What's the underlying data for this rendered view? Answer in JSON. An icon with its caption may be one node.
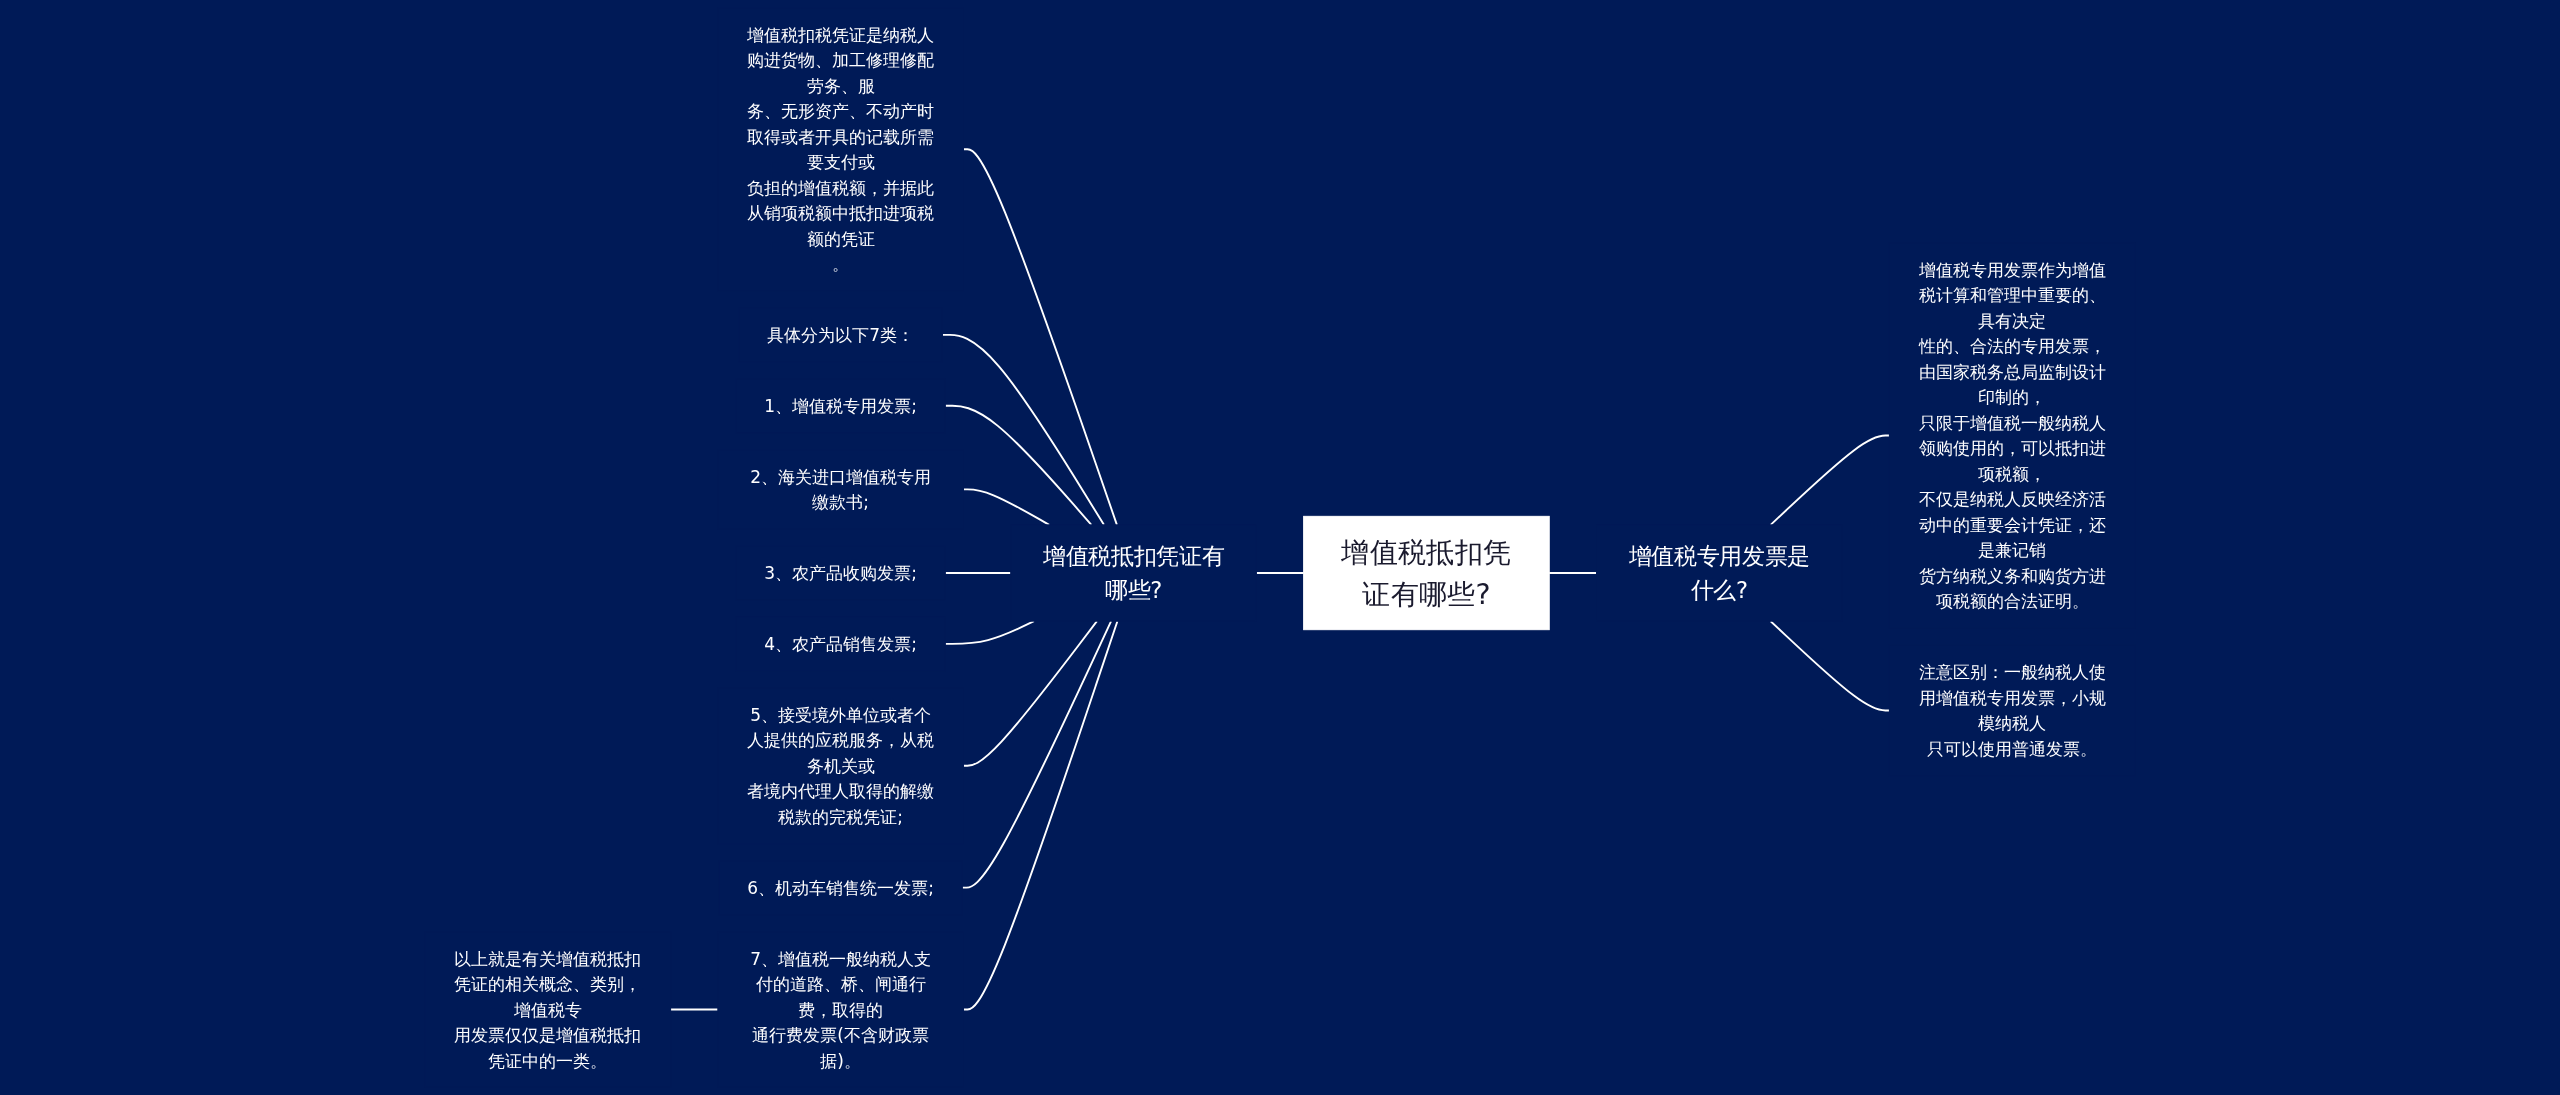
{
  "diagram": {
    "nodes": [
      {
        "text": [
          "增值税抵扣凭证有哪些?"
        ]
      },
      {
        "text": [
          "增值税抵扣凭证有哪些?"
        ]
      },
      {
        "text": [
          "增值税专用发票是什么?"
        ]
      },
      {
        "text": [
          "增值税扣税凭证是纳税人购进货物、加工修理修配劳务、服务、无形资产、不动产时取得或者开具的记载所需要支付或负担的增值税额，并据此从销项税额中抵扣进项税额的凭证。"
        ]
      },
      {
        "text": [
          "具体分为以下7类："
        ]
      },
      {
        "text": [
          "1、增值税专用发票;"
        ]
      },
      {
        "text": [
          "2、海关进口增值税专用缴款书;"
        ]
      },
      {
        "text": [
          "3、农产品收购发票;"
        ]
      },
      {
        "text": [
          "4、农产品销售发票;"
        ]
      },
      {
        "text": [
          "5、接受境外单位或者个人提供的应税服务，从税务机关或者境内代理人取得的解缴税款的完税凭证;"
        ]
      },
      {
        "text": [
          "6、机动车销售统一发票;"
        ]
      },
      {
        "text": [
          "7、增值税一般纳税人支付的道路、桥、闸通行费，取得的通行费发票(不含财政票据)。"
        ]
      },
      {
        "text": [
          "以上就是有关增值税抵扣凭证的相关概念、类别，增值税专用发票仅仅是增值税抵扣凭证中的一类。"
        ]
      },
      {
        "text": [
          "增值税专用发票作为增值税计算和管理中重要的、具有决定性的、合法的专用发票，由国家税务总局监制设计印制的，只限于增值税一般纳税人领购使用的，可以抵扣进项税额，不仅是纳税人反映经济活动中的重要会计凭证，还是兼记销货方纳税义务和购货方进项税额的合法证明。"
        ]
      },
      {
        "text": [
          "注意区别：一般纳税人使用增值税专用发票，小规模纳税人只可以使用普通发票。"
        ]
      }
    ],
    "edges": [
      {
        "from": 1,
        "to": 0,
        "arrow": "none"
      },
      {
        "from": 0,
        "to": 2,
        "arrow": "none"
      },
      {
        "from": 3,
        "to": 1,
        "arrow": "none"
      },
      {
        "from": 4,
        "to": 1,
        "arrow": "none"
      },
      {
        "from": 5,
        "to": 1,
        "arrow": "none"
      },
      {
        "from": 6,
        "to": 1,
        "arrow": "none"
      },
      {
        "from": 7,
        "to": 1,
        "arrow": "none"
      },
      {
        "from": 8,
        "to": 1,
        "arrow": "none"
      },
      {
        "from": 9,
        "to": 1,
        "arrow": "none"
      },
      {
        "from": 10,
        "to": 1,
        "arrow": "none"
      },
      {
        "from": 11,
        "to": 1,
        "arrow": "none"
      },
      {
        "from": 12,
        "to": 11,
        "arrow": "none"
      },
      {
        "from": 2,
        "to": 13,
        "arrow": "none"
      },
      {
        "from": 2,
        "to": 14,
        "arrow": "none"
      }
    ]
  }
}
